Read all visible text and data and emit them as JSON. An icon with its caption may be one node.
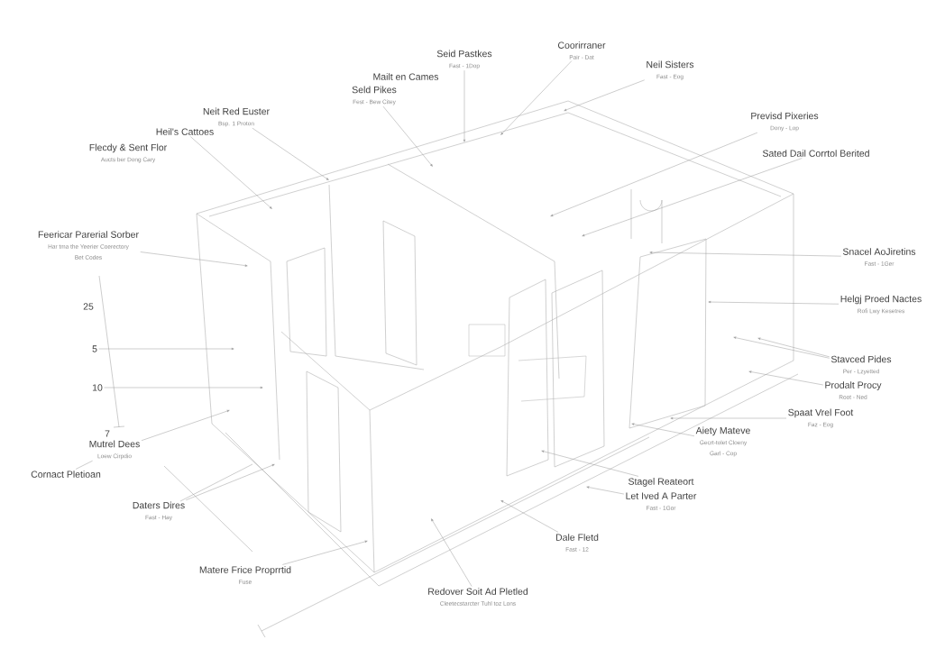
{
  "diagram": {
    "nodes": [
      {
        "text": [
          "Neit Red Euster",
          "Bsp. 1 Proton"
        ]
      },
      {
        "text": [
          "Heil's Cattoes"
        ]
      },
      {
        "text": [
          "Flecdy & Sent Flor",
          "Aucts ber Dong Cary"
        ]
      },
      {
        "text": [
          "Feericar Parerial Sorber",
          "Har tma the Yeerier Coerectory",
          "Bet Codes"
        ]
      },
      {
        "text": [
          "Mailt en Cames"
        ]
      },
      {
        "text": [
          "Seid Pastkes",
          "Fast - 1Dop"
        ]
      },
      {
        "text": [
          "Seld Pikes",
          "Fest - Bew Citey"
        ]
      },
      {
        "text": [
          "Coorirraner",
          "Pair - Dat"
        ]
      },
      {
        "text": [
          "Neil Sisters",
          "Fast - Eog"
        ]
      },
      {
        "text": [
          "Previsd Pixeries",
          "Dony - Lop"
        ]
      },
      {
        "text": [
          "Sated Dail Corrtol Berited"
        ]
      },
      {
        "text": [
          "Snacel AoJiretins",
          "Fast - 1Ger"
        ]
      },
      {
        "text": [
          "Helgj Proed Nactes",
          "Rofi Lwy Kesetres"
        ]
      },
      {
        "text": [
          "Stavced Pides",
          "Per - Lzyetted"
        ]
      },
      {
        "text": [
          "Prodalt Procy",
          "Root - Ned"
        ]
      },
      {
        "text": [
          "Spaat Vrel Foot",
          "Faz - Eog"
        ]
      },
      {
        "text": [
          "Aiety Mateve",
          "Gecrt-tolet Cloeny",
          "Garl - Cop"
        ]
      },
      {
        "text": [
          "Stagel Reateort"
        ]
      },
      {
        "text": [
          "Let Ived A Parter",
          "Fast - 1Gor"
        ]
      },
      {
        "text": [
          "Dale Fletd",
          "Fast - 12"
        ]
      },
      {
        "text": [
          "Redover Soit Ad Pletled",
          "Cleetecstarcter Tuhl toz Lons"
        ]
      },
      {
        "text": [
          "Matere Frice Proprrtid",
          "Fuse"
        ]
      },
      {
        "text": [
          "Daters Dires",
          "Fast - Hay"
        ]
      },
      {
        "text": [
          "Mutrel Dees",
          "Loew Cirpdio"
        ]
      },
      {
        "text": [
          "Cornact Pletioan"
        ]
      },
      {
        "text": [
          "25"
        ]
      },
      {
        "text": [
          "5"
        ]
      },
      {
        "text": [
          "10"
        ]
      },
      {
        "text": [
          "7"
        ]
      }
    ],
    "edges": [
      {
        "from": 0,
        "to": null,
        "arrow": "to"
      },
      {
        "from": 1,
        "to": null,
        "arrow": "to"
      },
      {
        "from": 3,
        "to": null,
        "arrow": "to"
      },
      {
        "from": 5,
        "to": null,
        "arrow": "to"
      },
      {
        "from": 6,
        "to": null,
        "arrow": "to"
      },
      {
        "from": 7,
        "to": null,
        "arrow": "to"
      },
      {
        "from": 8,
        "to": null,
        "arrow": "to"
      },
      {
        "from": 9,
        "to": null,
        "arrow": "to"
      },
      {
        "from": 10,
        "to": null,
        "arrow": "to"
      },
      {
        "from": 11,
        "to": null,
        "arrow": "to"
      },
      {
        "from": 12,
        "to": null,
        "arrow": "to"
      },
      {
        "from": 13,
        "to": null,
        "arrow": "to"
      },
      {
        "from": 13,
        "to": null,
        "arrow": "to"
      },
      {
        "from": 14,
        "to": null,
        "arrow": "to"
      },
      {
        "from": 15,
        "to": null,
        "arrow": "to"
      },
      {
        "from": 16,
        "to": null,
        "arrow": "to"
      },
      {
        "from": 17,
        "to": null,
        "arrow": "to"
      },
      {
        "from": 18,
        "to": null,
        "arrow": "to"
      },
      {
        "from": 19,
        "to": null,
        "arrow": "to"
      },
      {
        "from": 20,
        "to": null,
        "arrow": "to"
      },
      {
        "from": 21,
        "to": null,
        "arrow": "to"
      },
      {
        "from": 22,
        "to": null,
        "arrow": "to"
      },
      {
        "from": 23,
        "to": null,
        "arrow": "to"
      },
      {
        "from": 24,
        "to": 23,
        "arrow": "none"
      },
      {
        "from": 26,
        "to": null,
        "arrow": "to"
      },
      {
        "from": 27,
        "to": null,
        "arrow": "to"
      }
    ]
  }
}
